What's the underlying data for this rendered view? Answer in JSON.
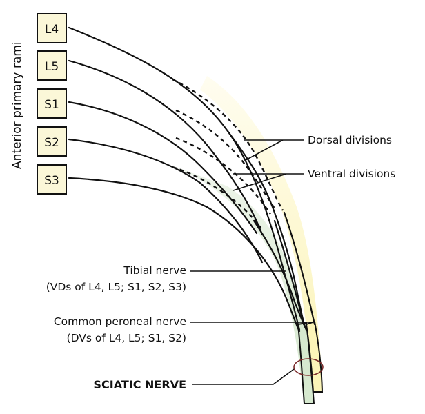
{
  "side_label": "Anterior primary rami",
  "roots": [
    {
      "id": "L4",
      "label": "L4"
    },
    {
      "id": "L5",
      "label": "L5"
    },
    {
      "id": "S1",
      "label": "S1"
    },
    {
      "id": "S2",
      "label": "S2"
    },
    {
      "id": "S3",
      "label": "S3"
    }
  ],
  "labels": {
    "dorsal": "Dorsal divisions",
    "ventral": "Ventral divisions",
    "tibial_title": "Tibial nerve",
    "tibial_sub": "(VDs of L4, L5; S1, S2, S3)",
    "peroneal_title": "Common peroneal nerve",
    "peroneal_sub": "(DVs of L4, L5; S1, S2)",
    "sciatic": "SCIATIC NERVE"
  },
  "colors": {
    "root_box_fill": "#fbf7d8",
    "tibial_fill": "#dcebd6",
    "peroneal_fill": "#fbf6c2",
    "sciatic_ring": "#7a2a2a"
  }
}
